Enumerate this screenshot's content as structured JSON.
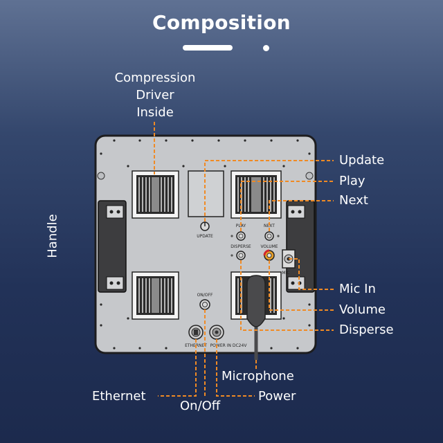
{
  "title": "Composition",
  "labels": {
    "compression_driver": [
      "Compression",
      "Driver",
      "Inside"
    ],
    "handle": "Handle",
    "update": "Update",
    "play": "Play",
    "next": "Next",
    "mic_in": "Mic In",
    "volume": "Volume",
    "disperse": "Disperse",
    "microphone": "Microphone",
    "ethernet": "Ethernet",
    "on_off": "On/Off",
    "power": "Power"
  },
  "panel_text": {
    "update": "UPDATE",
    "play": "PLAY",
    "next": "NEXT",
    "disperse": "DISPERSE",
    "volume": "VOLUME",
    "mic": "MIC",
    "on_off": "ON/OFF",
    "ethernet": "ETHERNET",
    "power_in": "POWER IN DC24V"
  },
  "colors": {
    "callout": "#f08a24",
    "panel": "#c6c8cb",
    "panel_edge": "#1d1d1f",
    "grille": "#2b2b2b",
    "handle": "#3d3d3f"
  }
}
